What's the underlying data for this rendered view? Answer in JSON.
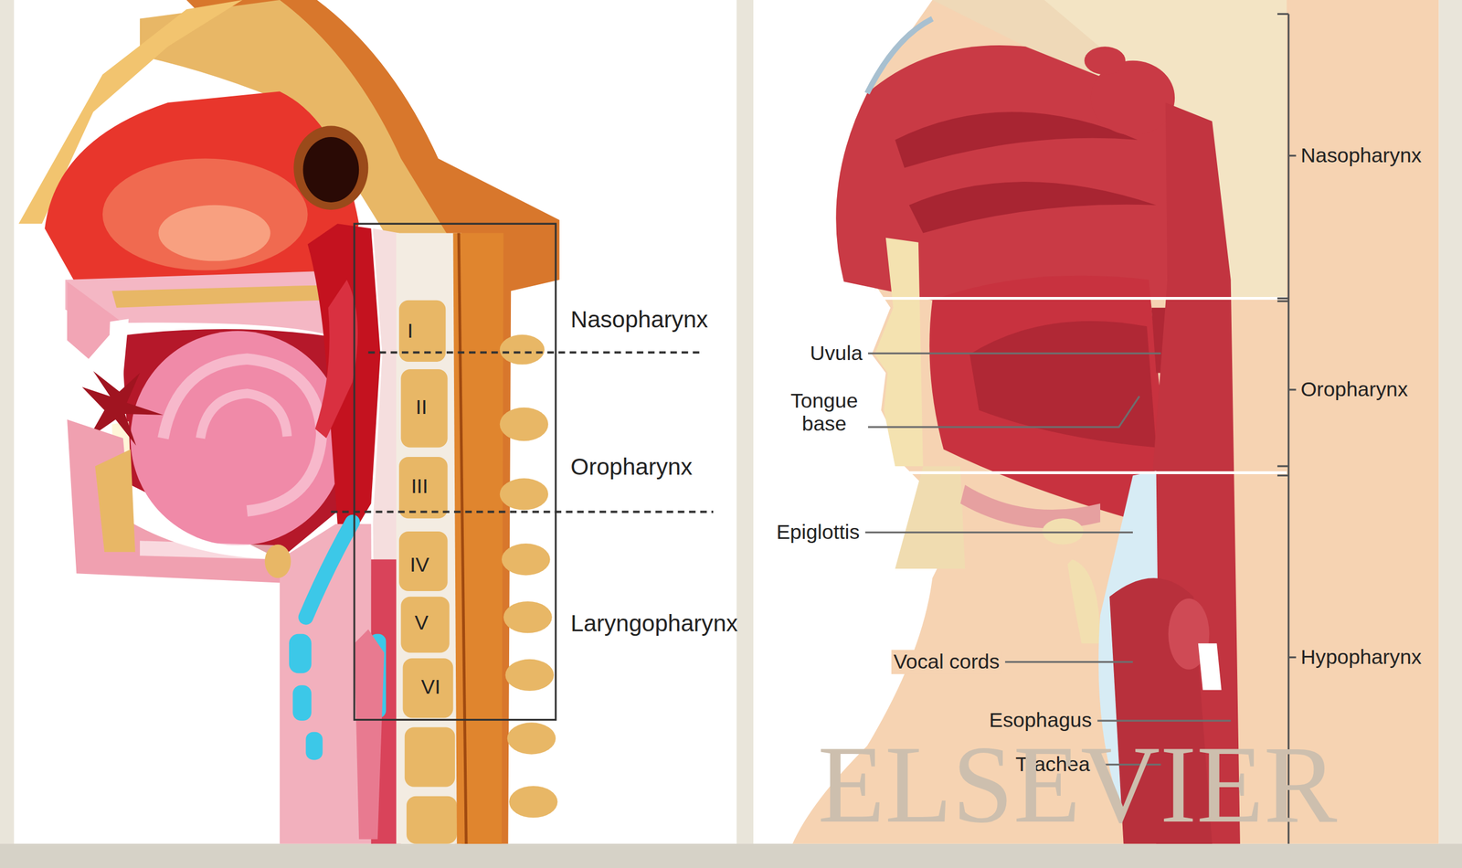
{
  "diagram": {
    "labels": [
      "Nasopharynx",
      "I",
      "II",
      "Oropharynx",
      "III",
      "IV",
      "Laryngopharynx",
      "V",
      "VI",
      "Nasopharynx",
      "Uvula",
      "Oropharynx",
      "Tongue base",
      "Epiglottis",
      "Hypopharynx",
      "Vocal cords",
      "Esophagus",
      "Trachea",
      "ELSEVIER"
    ]
  }
}
